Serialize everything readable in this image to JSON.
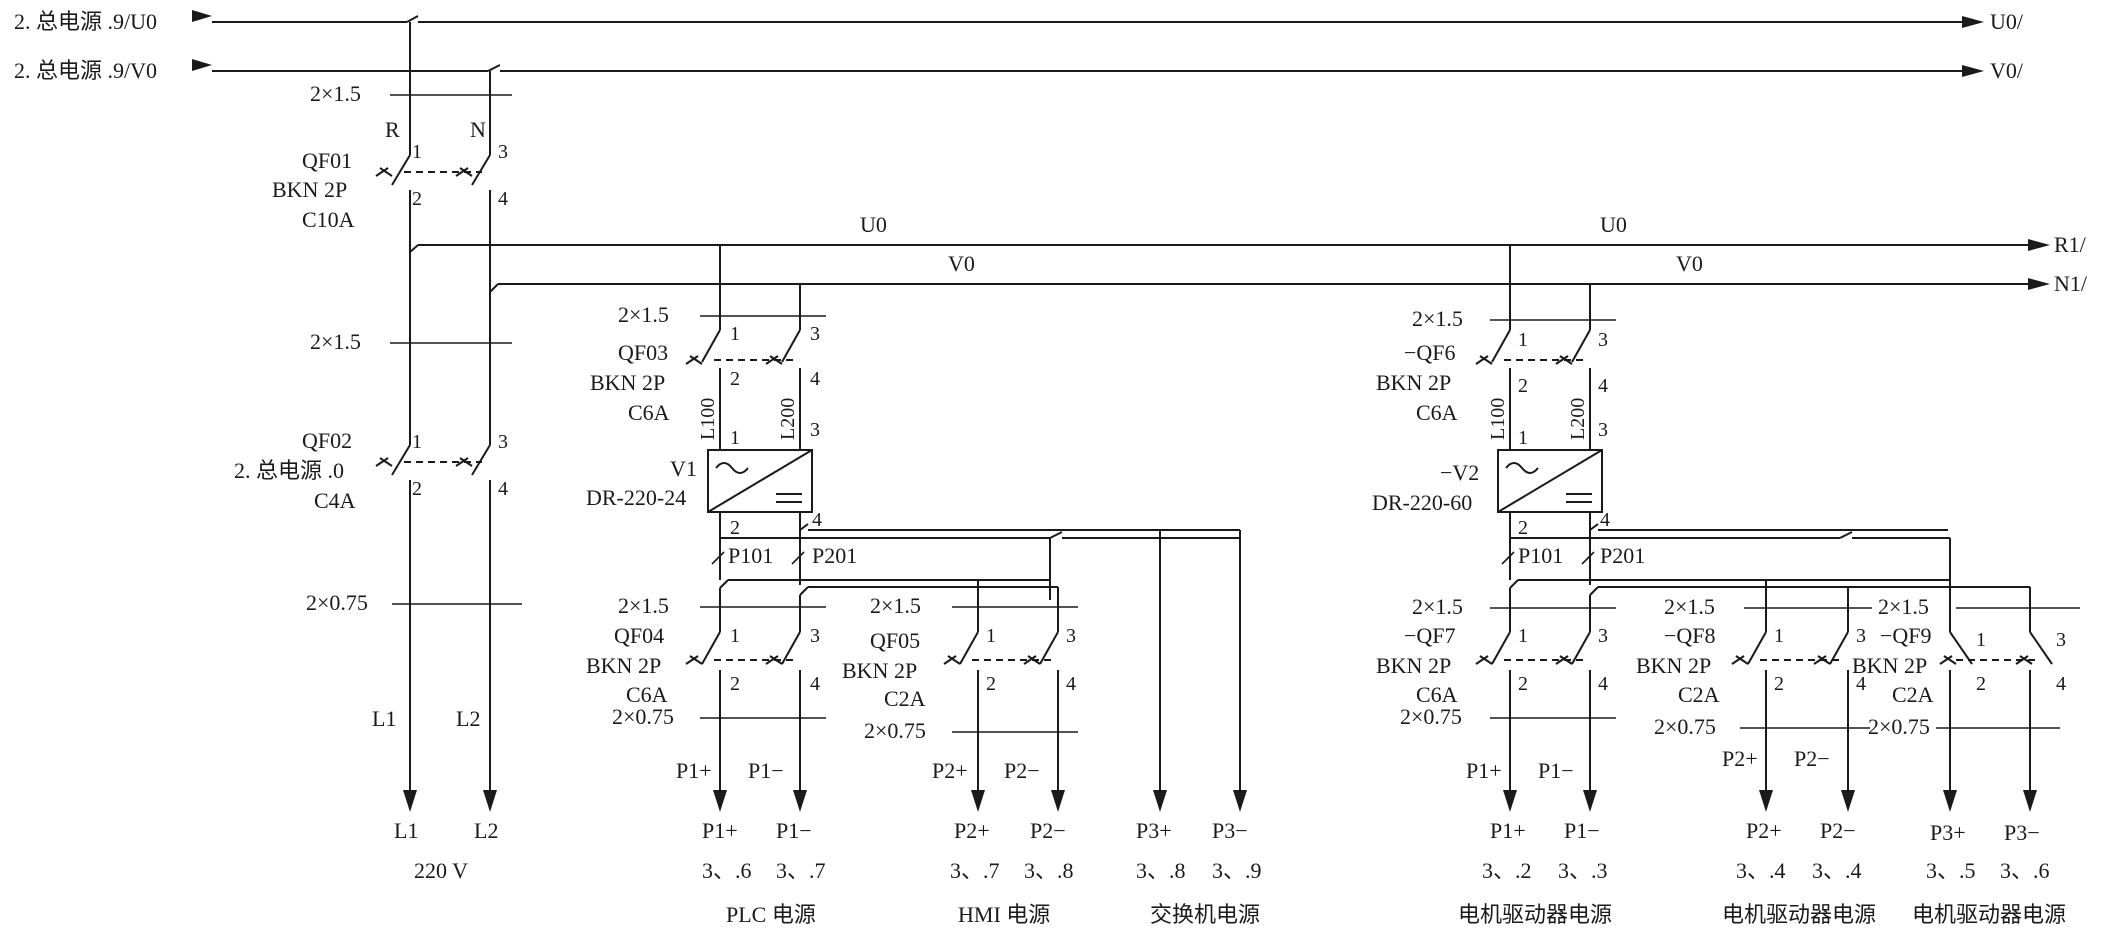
{
  "inputs": {
    "u0_source": "2. 总电源 .9/U0",
    "v0_source": "2. 总电源 .9/V0",
    "u0_target": "U0/",
    "v0_target": "V0/"
  },
  "wires": {
    "main_2x15_a": "2×1.5",
    "main_2x15_b": "2×1.5",
    "main_2x075": "2×0.75",
    "phase_r": "R",
    "phase_n": "N",
    "bus_u0_left": "U0",
    "bus_v0_left": "V0",
    "bus_u0_right": "U0",
    "bus_v0_right": "V0",
    "r1_target": "R1/",
    "n1_target": "N1/"
  },
  "breakers": {
    "qf01": {
      "tag": "QF01",
      "type": "BKN 2P",
      "rating": "C10A"
    },
    "qf02": {
      "tag": "QF02",
      "type": "2. 总电源 .0",
      "rating": "C4A"
    },
    "qf03": {
      "tag": "QF03",
      "type": "BKN 2P",
      "rating": "C6A"
    },
    "qf04": {
      "tag": "QF04",
      "type": "BKN 2P",
      "rating": "C6A"
    },
    "qf05": {
      "tag": "QF05",
      "type": "BKN 2P",
      "rating": "C2A"
    },
    "qf6": {
      "tag": "−QF6",
      "type": "BKN 2P",
      "rating": "C6A"
    },
    "qf7": {
      "tag": "−QF7",
      "type": "BKN 2P",
      "rating": "C6A"
    },
    "qf8": {
      "tag": "−QF8",
      "type": "BKN 2P",
      "rating": "C2A"
    },
    "qf9": {
      "tag": "−QF9",
      "type": "BKN 2P",
      "rating": "C2A"
    }
  },
  "terminals": {
    "t1": "1",
    "t2": "2",
    "t3": "3",
    "t4": "4"
  },
  "psu": {
    "v1": {
      "tag": "V1",
      "model": "DR-220-24",
      "l_in": "L100",
      "n_in": "L200",
      "p_out": "P101",
      "n_out": "P201"
    },
    "v2": {
      "tag": "−V2",
      "model": "DR-220-60",
      "l_in": "L100",
      "n_in": "L200",
      "p_out": "P101",
      "n_out": "P201"
    }
  },
  "cross": {
    "c215": "2×1.5",
    "c075": "2×0.75"
  },
  "left_output": {
    "l1_wire": "L1",
    "l2_wire": "L2",
    "l1_label": "L1",
    "l2_label": "L2",
    "voltage": "220 V"
  },
  "outputs": {
    "plc_p": {
      "wire": "P1+",
      "label": "P1+",
      "ref": "3、.6"
    },
    "plc_n": {
      "wire": "P1−",
      "label": "P1−",
      "ref": "3、.7"
    },
    "hmi_p": {
      "wire": "P2+",
      "label": "P2+",
      "ref": "3、.7"
    },
    "hmi_n": {
      "wire": "P2−",
      "label": "P2−",
      "ref": "3、.8"
    },
    "sw_p": {
      "label": "P3+",
      "ref": "3、.8"
    },
    "sw_n": {
      "label": "P3−",
      "ref": "3、.9"
    },
    "d1_p": {
      "wire": "P1+",
      "label": "P1+",
      "ref": "3、.2"
    },
    "d1_n": {
      "wire": "P1−",
      "label": "P1−",
      "ref": "3、.3"
    },
    "d2_p": {
      "wire": "P2+",
      "label": "P2+",
      "ref": "3、.4"
    },
    "d2_n": {
      "wire": "P2−",
      "label": "P2−",
      "ref": "3、.4"
    },
    "d3_p": {
      "label": "P3+",
      "ref": "3、.5"
    },
    "d3_n": {
      "label": "P3−",
      "ref": "3、.6"
    }
  },
  "captions": {
    "plc": "PLC 电源",
    "hmi": "HMI 电源",
    "switch": "交换机电源",
    "drive1": "电机驱动器电源",
    "drive2": "电机驱动器电源",
    "drive3": "电机驱动器电源"
  }
}
